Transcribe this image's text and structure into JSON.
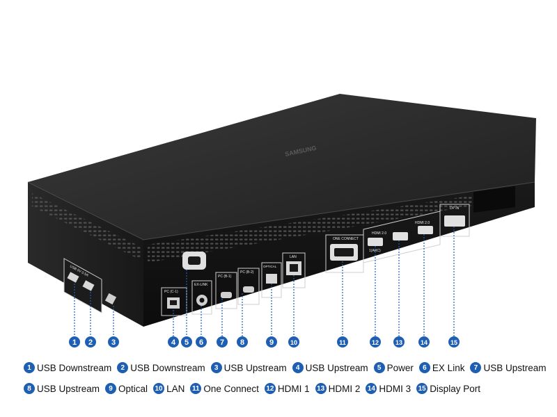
{
  "brand": "SAMSUNG",
  "colors": {
    "marker": "#1f5fb3",
    "device_top": "#2b2b2b",
    "device_front": "#121212",
    "port_label": "#e8e8e8"
  },
  "port_labels": {
    "usb_group": "USB 5V 0.5A",
    "pc1": "PC (C-1)",
    "exlink": "EX-LINK",
    "pc2": "PC (B-1)",
    "pc3": "PC (B-2)",
    "optical": "OPTICAL",
    "lan": "LAN",
    "one_connect": "ONE CONNECT",
    "hdmi_group_a": "HDMI 2.0",
    "hdmi_group_b": "HDMI 2.0",
    "dp": "DP IN",
    "arc": "1(ARC)"
  },
  "callouts": [
    {
      "num": "1",
      "label": "USB Downstream"
    },
    {
      "num": "2",
      "label": "USB Downstream"
    },
    {
      "num": "3",
      "label": "USB Upstream"
    },
    {
      "num": "4",
      "label": "USB Upstream"
    },
    {
      "num": "5",
      "label": "Power"
    },
    {
      "num": "6",
      "label": "EX Link"
    },
    {
      "num": "7",
      "label": "USB Upstream"
    },
    {
      "num": "8",
      "label": "USB Upstream"
    },
    {
      "num": "9",
      "label": "Optical"
    },
    {
      "num": "10",
      "label": "LAN"
    },
    {
      "num": "11",
      "label": "One Connect"
    },
    {
      "num": "12",
      "label": "HDMI 1"
    },
    {
      "num": "13",
      "label": "HDMI 2"
    },
    {
      "num": "14",
      "label": "HDMI 3"
    },
    {
      "num": "15",
      "label": "Display Port"
    }
  ],
  "legend_rows": [
    [
      0,
      1,
      2,
      3,
      4,
      5,
      6
    ],
    [
      7,
      8,
      9,
      10,
      11,
      12,
      13,
      14
    ]
  ]
}
